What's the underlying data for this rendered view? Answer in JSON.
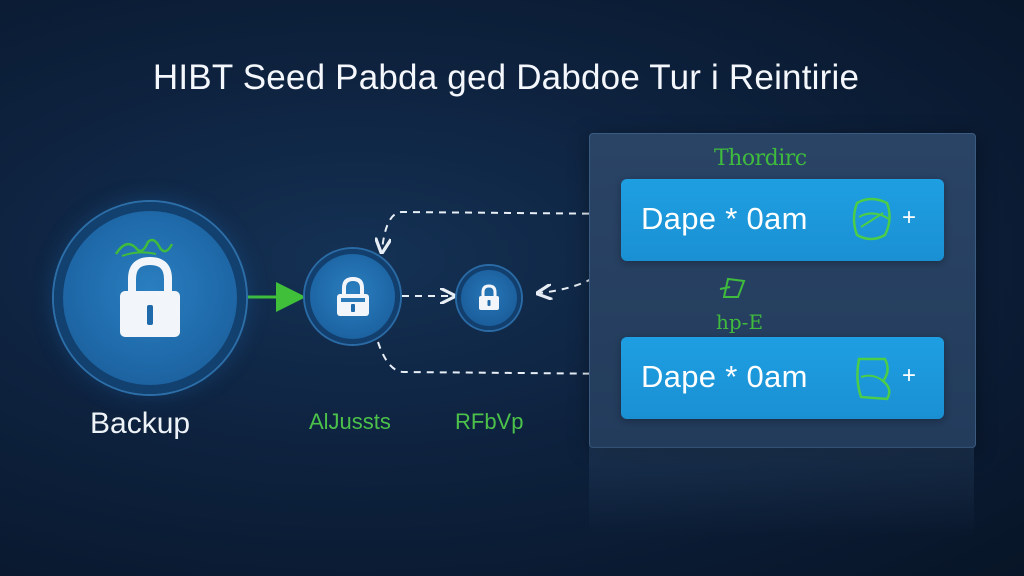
{
  "title": "HIBT Seed Pabda ged Dabdoe Tur i Reintirie",
  "nodes": {
    "backup": {
      "label": "Backup",
      "icon": "lock-icon"
    },
    "adjust": {
      "label": "AlJussts",
      "icon": "lock-icon"
    },
    "refresh": {
      "label": "RFbVp",
      "icon": "lock-icon"
    }
  },
  "panel": {
    "handwritten_top": "Thordirc",
    "handwritten_mid": "hp-E",
    "cards": [
      {
        "text": "Dape * 0am",
        "plus": "+",
        "icon": "scribble-icon"
      },
      {
        "text": "Dape * 0am",
        "plus": "+",
        "icon": "scribble-icon"
      }
    ]
  },
  "colors": {
    "background": "#0e2340",
    "node_fill": "#1f6aaa",
    "card_fill": "#1e9fe2",
    "accent_green": "#4cc24a",
    "panel_fill": "#2a4466"
  }
}
